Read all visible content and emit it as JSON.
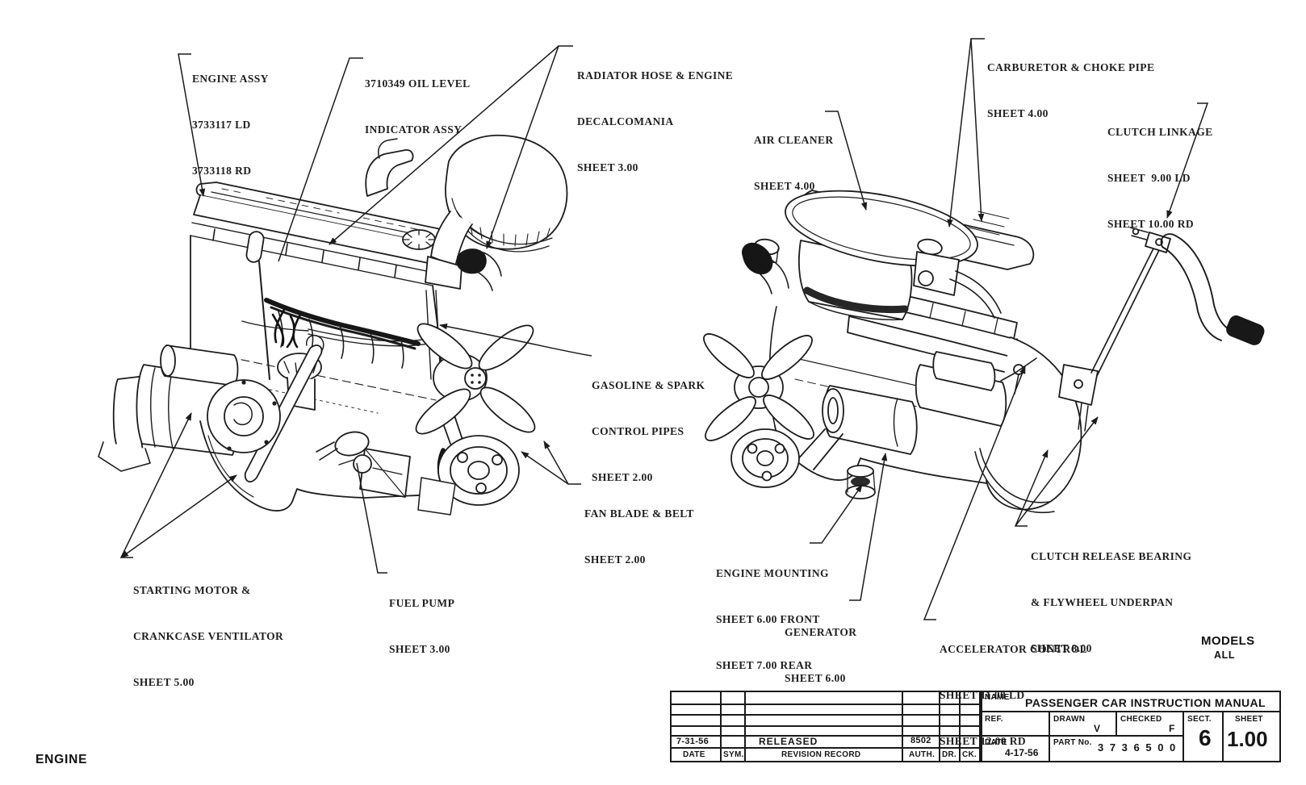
{
  "page": {
    "bottom_left_caption": "ENGINE",
    "models_label": "MODELS",
    "models_value": "ALL"
  },
  "callouts": {
    "engine_assy": {
      "lines": [
        "ENGINE ASSY",
        "3733117 LD",
        "3733118 RD"
      ]
    },
    "oil_level": {
      "lines": [
        "3710349 OIL LEVEL",
        "INDICATOR ASSY"
      ]
    },
    "radiator_hose": {
      "lines": [
        "RADIATOR HOSE & ENGINE",
        "DECALCOMANIA",
        "SHEET 3.00"
      ]
    },
    "gasoline_spark": {
      "lines": [
        "GASOLINE & SPARK",
        "CONTROL PIPES",
        "SHEET 2.00"
      ]
    },
    "fan_blade": {
      "lines": [
        "FAN BLADE & BELT",
        "SHEET 2.00"
      ]
    },
    "starting_motor": {
      "lines": [
        "STARTING MOTOR &",
        "CRANKCASE VENTILATOR",
        "SHEET 5.00"
      ]
    },
    "fuel_pump": {
      "lines": [
        "FUEL PUMP",
        "SHEET 3.00"
      ]
    },
    "air_cleaner": {
      "lines": [
        "AIR CLEANER",
        "SHEET 4.00"
      ]
    },
    "carburetor": {
      "lines": [
        "CARBURETOR & CHOKE PIPE",
        "SHEET 4.00"
      ]
    },
    "clutch_linkage": {
      "lines": [
        "CLUTCH LINKAGE",
        "SHEET  9.00 LD",
        "SHEET 10.00 RD"
      ]
    },
    "engine_mounting": {
      "lines": [
        "ENGINE MOUNTING",
        "SHEET 6.00 FRONT",
        "SHEET 7.00 REAR"
      ]
    },
    "generator": {
      "lines": [
        "GENERATOR",
        "SHEET 6.00"
      ]
    },
    "accelerator_control": {
      "lines": [
        "ACCELERATOR CONTROL",
        "SHEET 11.00 LD",
        "SHEET 12.00 RD"
      ]
    },
    "clutch_release": {
      "lines": [
        "CLUTCH RELEASE BEARING",
        "& FLYWHEEL UNDERPAN",
        "SHEET 8.00"
      ]
    }
  },
  "title_block": {
    "name_label": "NAME",
    "name_value": "PASSENGER CAR INSTRUCTION MANUAL",
    "ref_label": "REF.",
    "drawn_label": "DRAWN",
    "drawn_value": "V",
    "checked_label": "CHECKED",
    "checked_value": "F",
    "sect_label": "SECT.",
    "sect_value": "6",
    "sheet_label": "SHEET",
    "sheet_value": "1.00",
    "date_label": "DATE",
    "date_value": "4-17-56",
    "part_no_label": "PART No.",
    "part_no_value": "3 7 3 6 5 0 0",
    "revision": {
      "date": "7-31-56",
      "record": "RELEASED",
      "auth": "8502",
      "headers": {
        "date": "DATE",
        "sym": "SYM.",
        "record": "REVISION RECORD",
        "auth": "AUTH.",
        "dr": "DR.",
        "ck": "CK."
      }
    }
  }
}
